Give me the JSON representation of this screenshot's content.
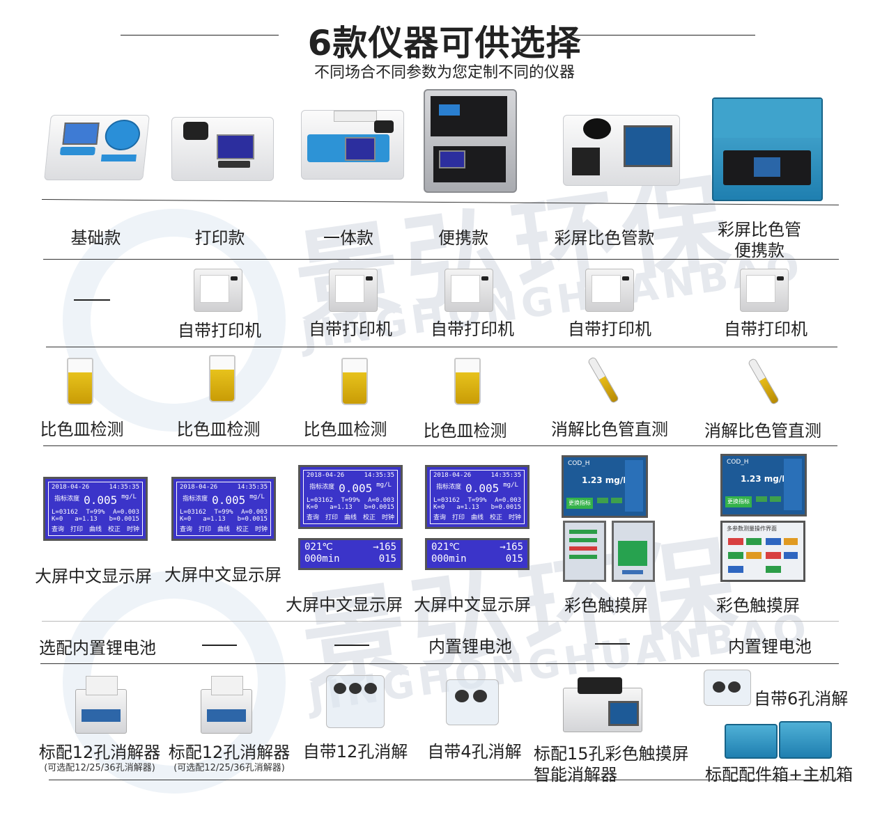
{
  "header": {
    "title": "6款仪器可供选择",
    "subtitle": "不同场合不同参数为您定制不同的仪器"
  },
  "watermark": {
    "cn": "景弘环保",
    "en": "JINGHONGHUANBAO"
  },
  "models": [
    "基础款",
    "打印款",
    "一体款",
    "便携款",
    "彩屏比色管款",
    "彩屏比色管便携款"
  ],
  "models_last": {
    "line1": "彩屏比色管",
    "line2": "便携款"
  },
  "printer_row": {
    "none": "——",
    "label": "自带打印机"
  },
  "vessel_row": [
    "比色皿检测",
    "比色皿检测",
    "比色皿检测",
    "比色皿检测",
    "消解比色管直测",
    "消解比色管直测"
  ],
  "display_row": {
    "lcd_label": "大屏中文显示屏",
    "touch_label": "彩色触摸屏",
    "lcd": {
      "date": "2018-04-26",
      "time": "14:35:35",
      "item": "指标浓度",
      "value": "0.005",
      "unit": "mg/L",
      "l": "L=03162",
      "t": "T=99%",
      "a": "A=0.003",
      "k": "K=0",
      "a2": "a=1.13",
      "b": "b=0.0015",
      "menu": [
        "查询",
        "打印",
        "曲线",
        "校正",
        "时钟"
      ]
    },
    "lcd2": {
      "temp": "021℃",
      "arrow": "→165",
      "time": "000min",
      "count": "015"
    },
    "touch": {
      "title": "COD_H",
      "value": "1.23 mg/L",
      "btn": "更换指标",
      "menu_title": "多参数测量操作界面"
    }
  },
  "battery_row": [
    "选配内置锂电池",
    "——",
    "——",
    "内置锂电池",
    "——",
    "内置锂电池"
  ],
  "digestor_row": {
    "c1": {
      "label": "标配12孔消解器",
      "note": "(可选配12/25/36孔消解器)"
    },
    "c2": {
      "label": "标配12孔消解器",
      "note": "(可选配12/25/36孔消解器)"
    },
    "c3": {
      "label": "自带12孔消解"
    },
    "c4": {
      "label": "自带4孔消解"
    },
    "c5": {
      "line1": "标配15孔彩色触摸屏",
      "line2": "智能消解器"
    },
    "c6": {
      "top": "自带6孔消解",
      "bottom": "标配配件箱+主机箱"
    }
  },
  "colors": {
    "lcd_blue": "#3b34c9",
    "touch_blue": "#1d5a97",
    "liquid_yellow": "#d6ab0c",
    "case_blue": "#2b8fc0",
    "watermark": "#e6e9ee"
  }
}
